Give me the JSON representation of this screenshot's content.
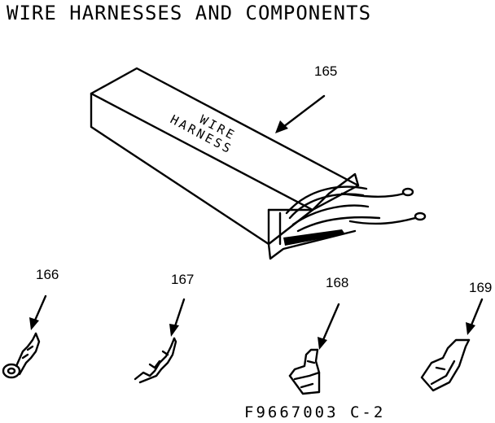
{
  "title": "WIRE HARNESSES AND COMPONENTS",
  "box_label_line1": "WIRE",
  "box_label_line2": "HARNESS",
  "parts": [
    {
      "number": "165"
    },
    {
      "number": "166"
    },
    {
      "number": "167"
    },
    {
      "number": "168"
    },
    {
      "number": "169"
    }
  ],
  "figure_code": "F9667003 C-2"
}
